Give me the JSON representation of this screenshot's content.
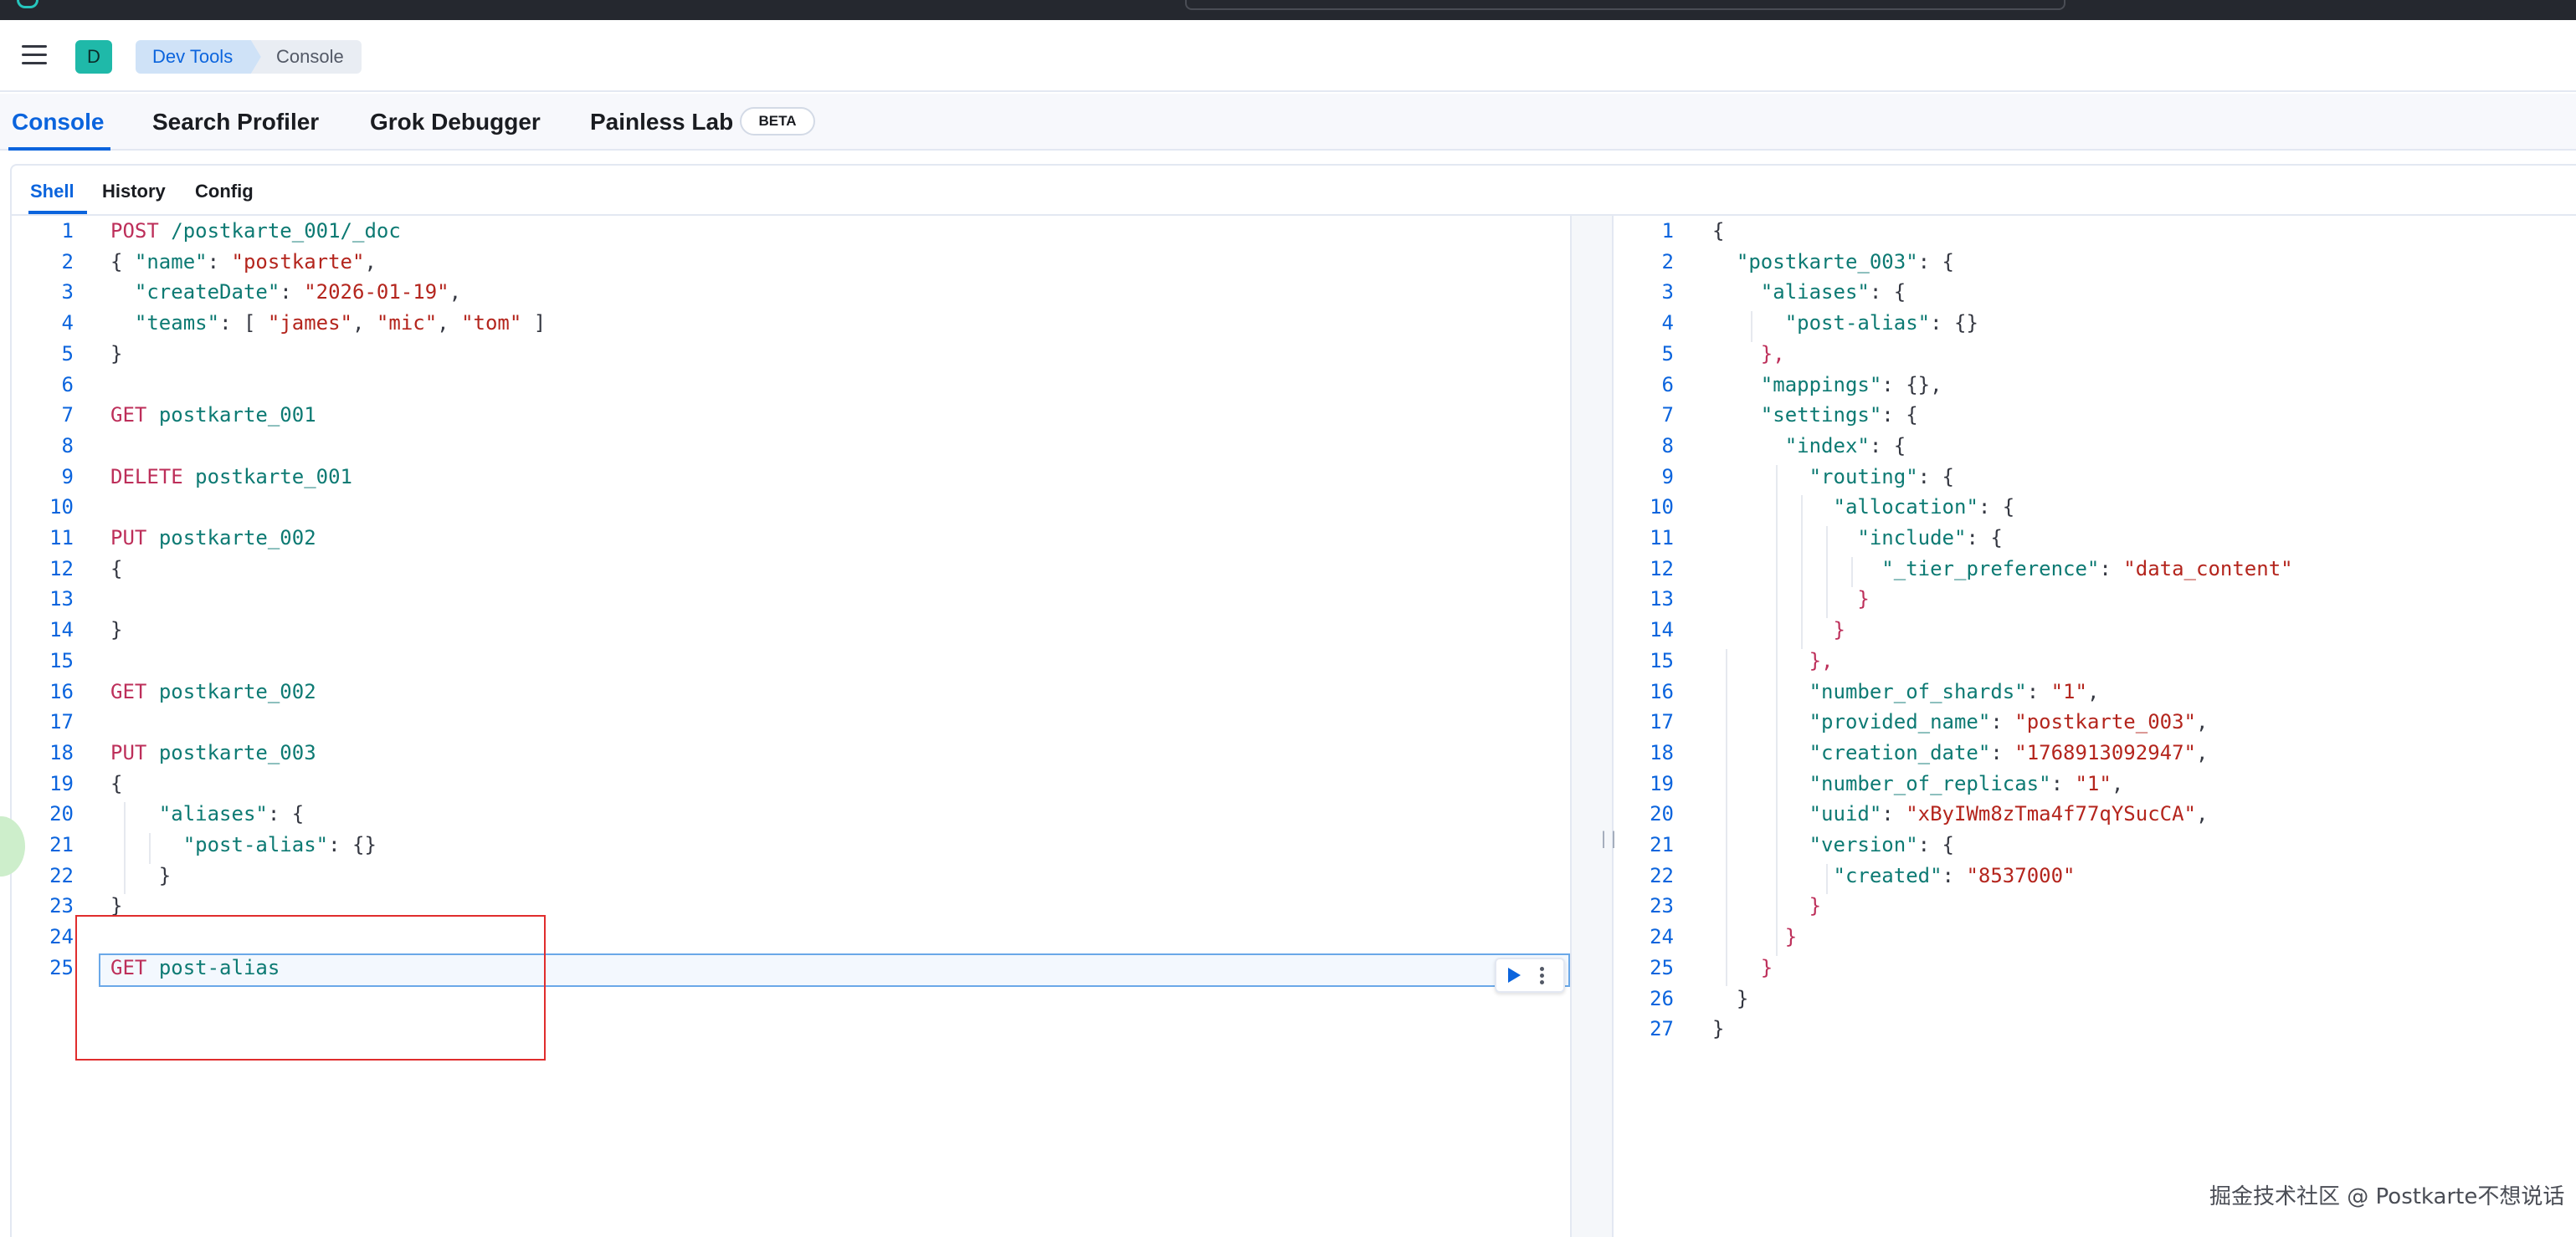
{
  "header": {
    "avatar_letter": "D",
    "breadcrumbs": [
      "Dev Tools",
      "Console"
    ]
  },
  "app_tabs": [
    {
      "label": "Console",
      "active": true
    },
    {
      "label": "Search Profiler",
      "active": false
    },
    {
      "label": "Grok Debugger",
      "active": false
    },
    {
      "label": "Painless Lab",
      "active": false
    }
  ],
  "beta_badge": "BETA",
  "sub_tabs": [
    {
      "label": "Shell",
      "active": true
    },
    {
      "label": "History",
      "active": false
    },
    {
      "label": "Config",
      "active": false
    }
  ],
  "request_lines": [
    "POST /postkarte_001/_doc",
    "{ \"name\": \"postkarte\",",
    "  \"createDate\": \"2026-01-19\",",
    "  \"teams\": [ \"james\", \"mic\", \"tom\" ]",
    "}",
    "",
    "GET postkarte_001",
    "",
    "DELETE postkarte_001",
    "",
    "PUT postkarte_002",
    "{",
    "",
    "}",
    "",
    "GET postkarte_002",
    "",
    "PUT postkarte_003",
    "{",
    "    \"aliases\": {",
    "      \"post-alias\": {}",
    "    }",
    "}",
    "",
    "GET post-alias"
  ],
  "response_lines": [
    "{",
    "  \"postkarte_003\": {",
    "    \"aliases\": {",
    "      \"post-alias\": {}",
    "    },",
    "    \"mappings\": {},",
    "    \"settings\": {",
    "      \"index\": {",
    "        \"routing\": {",
    "          \"allocation\": {",
    "            \"include\": {",
    "              \"_tier_preference\": \"data_content\"",
    "            }",
    "          }",
    "        },",
    "        \"number_of_shards\": \"1\",",
    "        \"provided_name\": \"postkarte_003\",",
    "        \"creation_date\": \"1768913092947\",",
    "        \"number_of_replicas\": \"1\",",
    "        \"uuid\": \"xByIWm8zTma4f77qYSucCA\",",
    "        \"version\": {",
    "          \"created\": \"8537000\"",
    "        }",
    "      }",
    "    }",
    "  }",
    "}"
  ],
  "active_request_line": 25,
  "watermark": "掘金技术社区 @ Postkarte不想说话",
  "icons": {
    "menu": "hamburger-icon",
    "run": "play-icon",
    "more": "kebab-icon"
  },
  "colors": {
    "accent": "#0b64dd",
    "method": "#bd2f5a",
    "string": "#b4251d",
    "key": "#0d7a73"
  }
}
